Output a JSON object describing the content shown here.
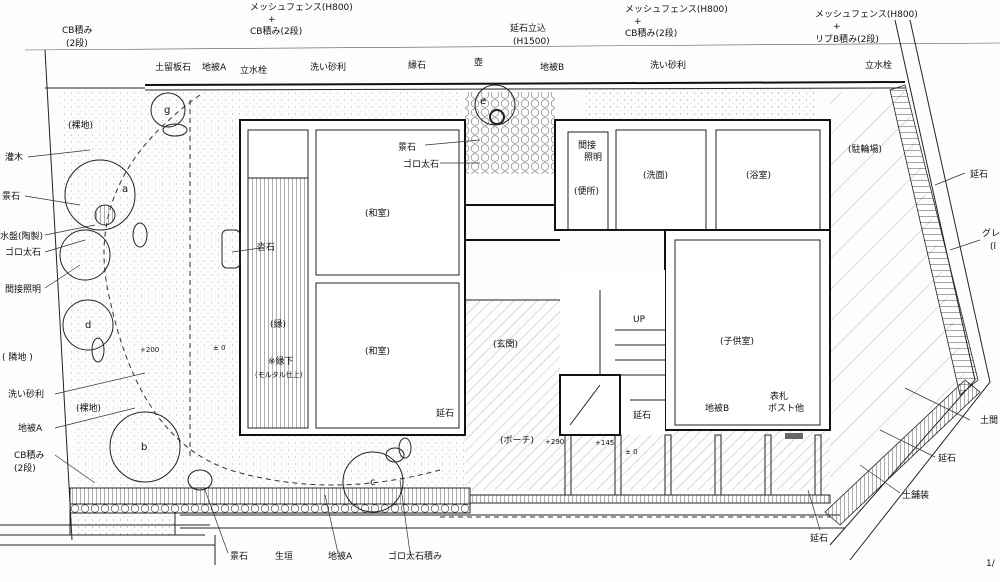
{
  "top_labels": {
    "fence_left": [
      "メッシュフェンス(H800)",
      "+",
      "CB積み(2段)"
    ],
    "cb_corner": [
      "CB積み",
      "(2段)"
    ],
    "nobeishi_tatekomi": [
      "延石立込",
      "(H1500)"
    ],
    "fence_mid": [
      "メッシュフェンス(H800)",
      "+",
      "CB積み(2段)"
    ],
    "fence_right": [
      "メッシュフェンス(H800)",
      "+",
      "リブB積み(2段)"
    ]
  },
  "north_labels": {
    "dodome": "土留板石",
    "chihiA": "地被A",
    "ritsusuisen1": "立水栓",
    "arai_jari1": "洗い砂利",
    "fuchiishi": "縁石",
    "tsubo": "壺",
    "chihiB": "地被B",
    "arai_jari2": "洗い砂利",
    "ritsusuisen2": "立水栓"
  },
  "west_labels": {
    "rachi1": "(裸地)",
    "kanboku": "灌木",
    "keiseki": "景石",
    "suiban": "水盤(陶製)",
    "gorota": "ゴロ太石",
    "kansetsu": "間接照明",
    "rinchi": "( 隣地 )",
    "arai_jari": "洗い砂利",
    "rachi2": "(裸地)",
    "chihiA": "地被A",
    "cb": [
      "CB積み",
      "(2段)"
    ]
  },
  "rooms": {
    "washitsu1": "(和室)",
    "washitsu2": "(和室)",
    "en": "(縁)",
    "enshita": [
      "※縁下",
      "(モルタル仕上)"
    ],
    "genkan": "(玄関)",
    "benjo": "(便所)",
    "senmen": "(洗面)",
    "yokushitsu": "(浴室)",
    "kodomo": "(子供室)",
    "porch": "(ポーチ)",
    "churinjo": "(駐輪場)"
  },
  "inner_labels": {
    "keiseki": "景石",
    "gorota": "ゴロ太石",
    "kansetsu": [
      "間接",
      "照明"
    ],
    "kutsuishi": "沓石",
    "up": "UP",
    "nobeishi_porch": "延石",
    "nobeishi_entry": "延石",
    "chihiB": "地被B",
    "hyosatsu": [
      "表札",
      "ポスト他"
    ]
  },
  "levels": {
    "garden": "+200",
    "en": "± 0",
    "porch": "+290",
    "step": "+145",
    "road": "± 0"
  },
  "east_labels": {
    "nobeishi1": "延石",
    "gure": [
      "グレ",
      "(l"
    ],
    "doma": "土間",
    "nobeishi2": "延石",
    "dohoso": "土舗装",
    "nobeishi3": "延石"
  },
  "south_labels": {
    "keiseki": "景石",
    "ikegaki": "生垣",
    "chihiA": "地被A",
    "gorota_zumi": "ゴロ太石積み"
  },
  "tree_keys": [
    "a",
    "b",
    "c",
    "d",
    "e",
    "g"
  ],
  "scale_fragment": "1/"
}
